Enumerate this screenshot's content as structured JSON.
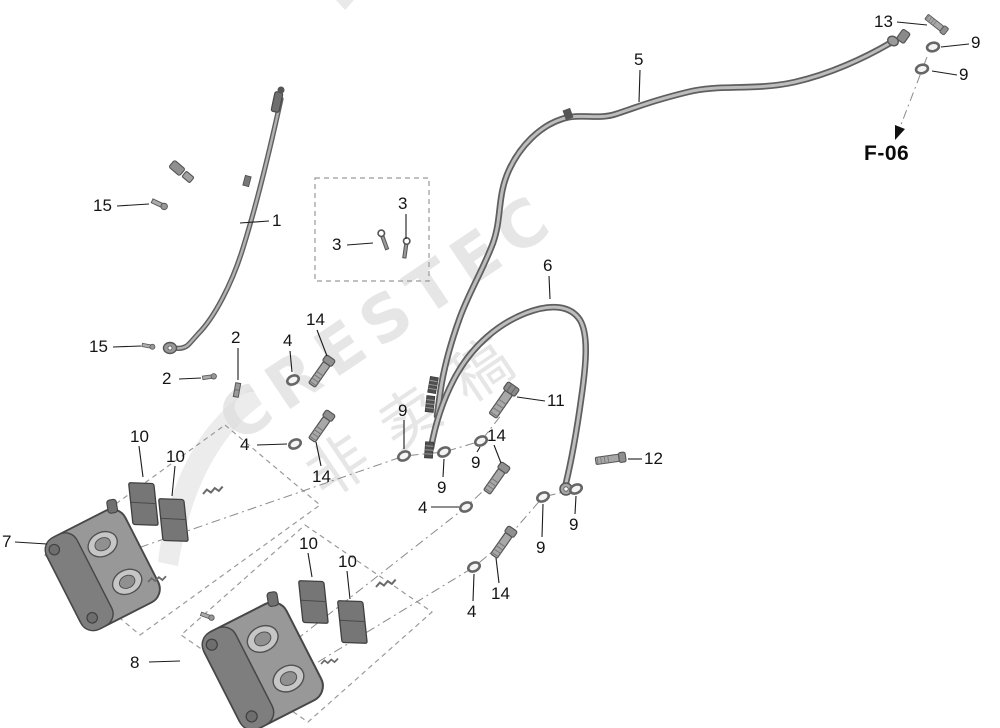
{
  "watermark": {
    "brand": "CRESTEC",
    "cjk": "非卖稿"
  },
  "reference": {
    "label": "F-06"
  },
  "colors": {
    "part_fill": "#9a9a9a",
    "outline": "#4a4a4a",
    "watermark": "#d6d6d6"
  },
  "callouts": {
    "c1": {
      "label": "1"
    },
    "c2a": {
      "label": "2"
    },
    "c2b": {
      "label": "2"
    },
    "c3a": {
      "label": "3"
    },
    "c3b": {
      "label": "3"
    },
    "c4a": {
      "label": "4"
    },
    "c4b": {
      "label": "4"
    },
    "c4c": {
      "label": "4"
    },
    "c4d": {
      "label": "4"
    },
    "c5": {
      "label": "5"
    },
    "c6": {
      "label": "6"
    },
    "c7": {
      "label": "7"
    },
    "c8": {
      "label": "8"
    },
    "c9a": {
      "label": "9"
    },
    "c9b": {
      "label": "9"
    },
    "c9c": {
      "label": "9"
    },
    "c9d": {
      "label": "9"
    },
    "c9e": {
      "label": "9"
    },
    "c9f": {
      "label": "9"
    },
    "c9g": {
      "label": "9"
    },
    "c10a": {
      "label": "10"
    },
    "c10b": {
      "label": "10"
    },
    "c10c": {
      "label": "10"
    },
    "c10d": {
      "label": "10"
    },
    "c11": {
      "label": "11"
    },
    "c12": {
      "label": "12"
    },
    "c13": {
      "label": "13"
    },
    "c14a": {
      "label": "14"
    },
    "c14b": {
      "label": "14"
    },
    "c14c": {
      "label": "14"
    },
    "c14d": {
      "label": "14"
    },
    "c15a": {
      "label": "15"
    },
    "c15b": {
      "label": "15"
    }
  }
}
